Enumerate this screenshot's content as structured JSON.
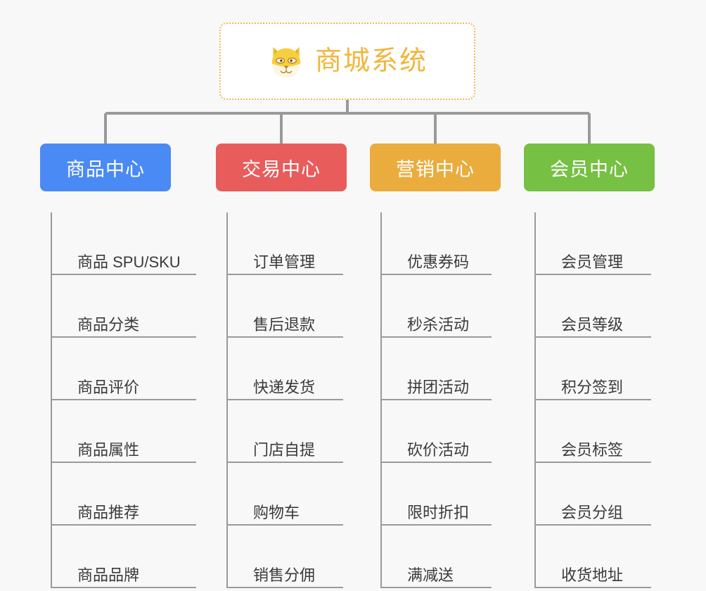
{
  "background_color": "#f8f8f8",
  "root": {
    "title": "商城系统",
    "icon": "shiba-dog-face-icon",
    "text_color": "#f0b63c",
    "border_color": "#f0b951",
    "border_style": "dotted",
    "fill_color": "#ffffff"
  },
  "connector": {
    "color": "#9a9a9a"
  },
  "columns": [
    {
      "id": "product-center",
      "title": "商品中心",
      "color": "#4a8af4",
      "items": [
        "商品 SPU/SKU",
        "商品分类",
        "商品评价",
        "商品属性",
        "商品推荐",
        "商品品牌"
      ]
    },
    {
      "id": "trade-center",
      "title": "交易中心",
      "color": "#e85c5c",
      "items": [
        "订单管理",
        "售后退款",
        "快递发货",
        "门店自提",
        "购物车",
        "销售分佣"
      ]
    },
    {
      "id": "marketing-center",
      "title": "营销中心",
      "color": "#eaac3d",
      "items": [
        "优惠券码",
        "秒杀活动",
        "拼团活动",
        "砍价活动",
        "限时折扣",
        "满减送"
      ]
    },
    {
      "id": "member-center",
      "title": "会员中心",
      "color": "#76c043",
      "items": [
        "会员管理",
        "会员等级",
        "积分签到",
        "会员标签",
        "会员分组",
        "收货地址"
      ]
    }
  ]
}
